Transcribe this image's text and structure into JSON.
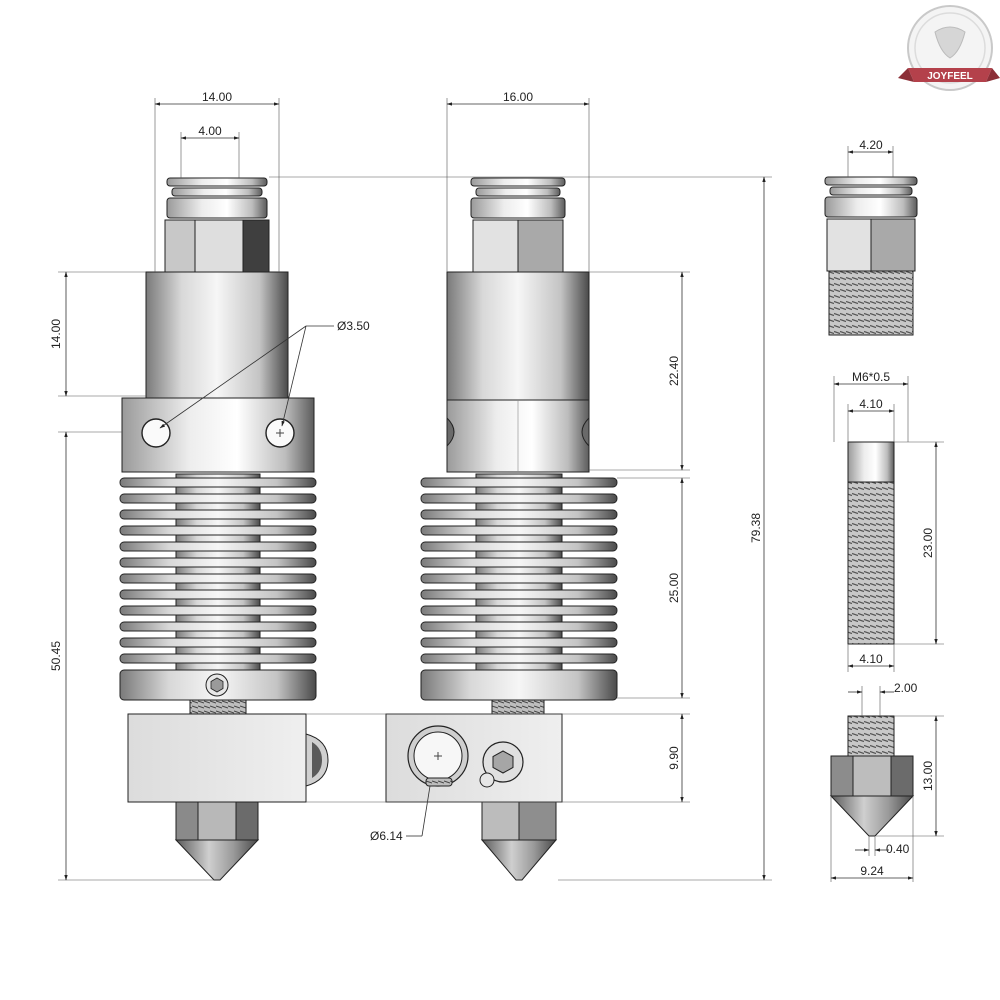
{
  "logo": {
    "text": "JOYFEEL"
  },
  "colors": {
    "metal_dark": "#6a6a6a",
    "metal_mid": "#b8b8b8",
    "metal_light": "#f2f2f2",
    "line": "#222222",
    "logo_red": "#b4414b"
  },
  "dimensions": {
    "front_top_width": "14.00",
    "front_inner_width": "4.00",
    "front_barrel_height": "14.00",
    "hole_diameter": "Ø3.50",
    "front_total_height": "50.45",
    "heater_hole_diameter": "Ø6.14",
    "side_top_width": "16.00",
    "side_barrel_height": "22.40",
    "side_heatsink_height": "25.00",
    "heater_block_height": "9.90",
    "total_height": "79.38",
    "coupling_width": "4.20",
    "thread_spec": "M6*0.5",
    "throat_top_width": "4.10",
    "throat_length": "23.00",
    "throat_bottom_width": "4.10",
    "nozzle_thread_width": "2.00",
    "nozzle_height": "13.00",
    "nozzle_orifice": "0.40",
    "nozzle_hex_width": "9.24"
  }
}
